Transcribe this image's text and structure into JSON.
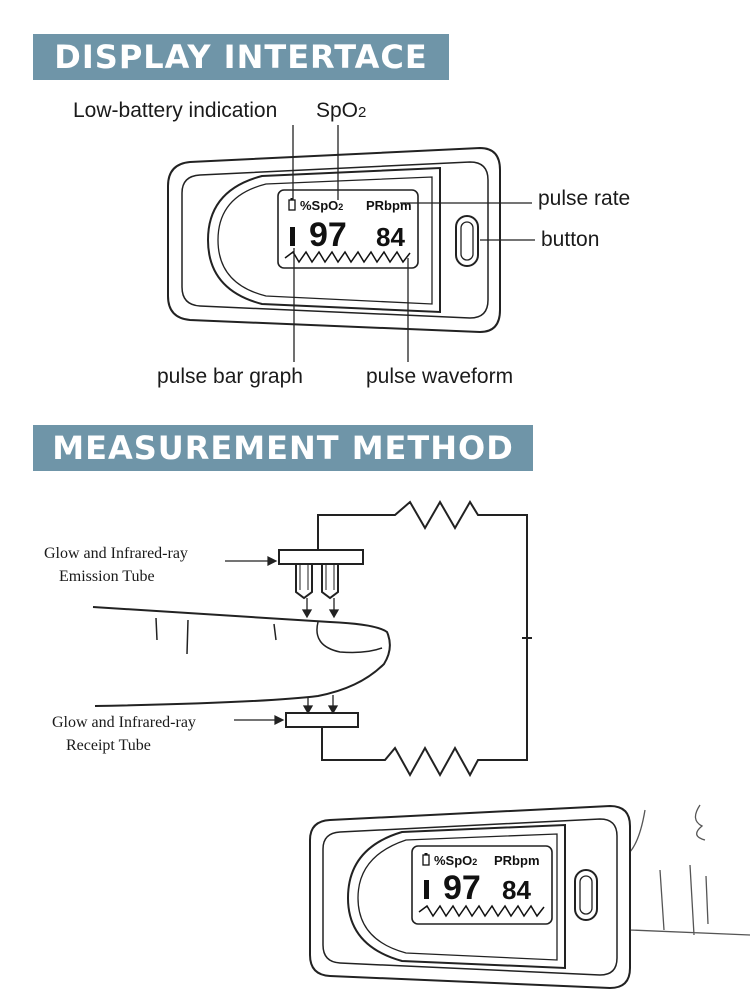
{
  "sections": {
    "display_title": "DISPLAY INTERTACE",
    "measurement_title": "MEASUREMENT METHOD"
  },
  "display_labels": {
    "low_battery": "Low-battery  indication",
    "spo2_prefix": "SpO",
    "spo2_sub": "2",
    "pulse_rate": "pulse rate",
    "button": "button",
    "pulse_bar_graph": "pulse bar graph",
    "pulse_waveform": "pulse waveform"
  },
  "screen": {
    "spo2_header": "%SpO",
    "spo2_sub": "2",
    "pr_header": "PRbpm",
    "spo2_value": "97",
    "pr_value": "84"
  },
  "measurement_labels": {
    "emission_line1": "Glow and Infrared-ray",
    "emission_line2": "Emission  Tube",
    "receipt_line1": "Glow and Infrared-ray",
    "receipt_line2": "Receipt Tube"
  },
  "colors": {
    "banner": "#6f95a8",
    "line": "#222222"
  }
}
